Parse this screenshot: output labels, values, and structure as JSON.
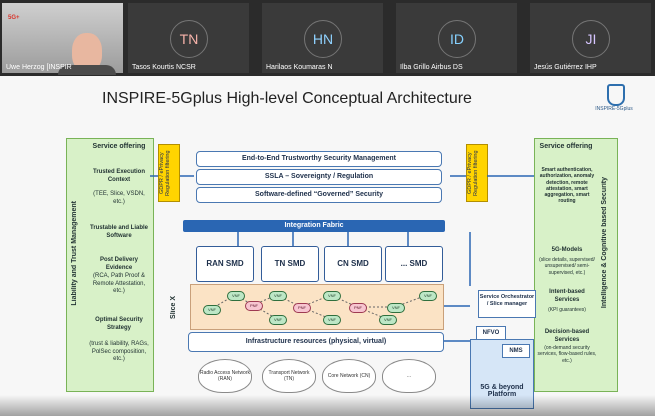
{
  "participants": [
    {
      "name": "Uwe Herzog [INSPIR",
      "video": true
    },
    {
      "initials": "TN",
      "name": "Tasos Kourtis NCSR",
      "color": "#f7b3aa"
    },
    {
      "initials": "HN",
      "name": "Harilaos Koumaras N",
      "color": "#8fd2ff"
    },
    {
      "initials": "ID",
      "name": "Ilba Grillo Airbus DS",
      "color": "#86d1ff"
    },
    {
      "initials": "JI",
      "name": "Jesús Gutiérrez IHP",
      "color": "#d6c5ff"
    }
  ],
  "slide": {
    "title": "INSPIRE-5Gplus High-level Conceptual Architecture",
    "brand": "INSPIRE-5Gplus",
    "left_panel": {
      "vertical": "Liability and Trust Management",
      "heading": "Service offering",
      "items": [
        "Trusted Execution Context",
        "(TEE, Slice, VSDN, etc.)",
        "Trustable and Liable Software",
        "Post Delivery Evidence",
        "(RCA, Path Proof & Remote Attestation, etc.)",
        "Optimal Security Strategy",
        "(trust & liability, RAGs, PolSec composition, etc.)"
      ]
    },
    "right_panel": {
      "vertical": "Intelligence & Cognitive based Security",
      "heading": "Service offering",
      "items": [
        "Smart authentication, authorization, anomaly detection, remote attestation, smart aggregation, smart routing",
        "5G-Models",
        "(slice details, supervised/ unsupervised/ semi-supervised, etc.)",
        "Intent-based Services",
        "(KPI guarantees)",
        "Decision-based Services",
        "(on-demand security services, flow-based rules, etc.)"
      ]
    },
    "gdpr": "GDPR / ePrivacy Regulation filtering",
    "layers": [
      "End-to-End Trustworthy Security Management",
      "SSLA – Sovereignty / Regulation",
      "Software-defined “Governed” Security"
    ],
    "fabric": "Integration Fabric",
    "smds": [
      "RAN SMD",
      "TN SMD",
      "CN SMD",
      "... SMD"
    ],
    "slice_label": "Slice X",
    "infra": "Infrastructure resources (physical, virtual)",
    "orchestrator": "Service Orchestrator / Slice manager",
    "nfvo": "NFVO",
    "nms": "NMS",
    "sg_platform": "5G & beyond Platform",
    "networks": [
      "Radio Access Network (RAN)",
      "Transport Network (TN)",
      "Core Network (CN)",
      "..."
    ],
    "nodes": {
      "vnf": "VNF",
      "pnf": "PNF"
    }
  }
}
